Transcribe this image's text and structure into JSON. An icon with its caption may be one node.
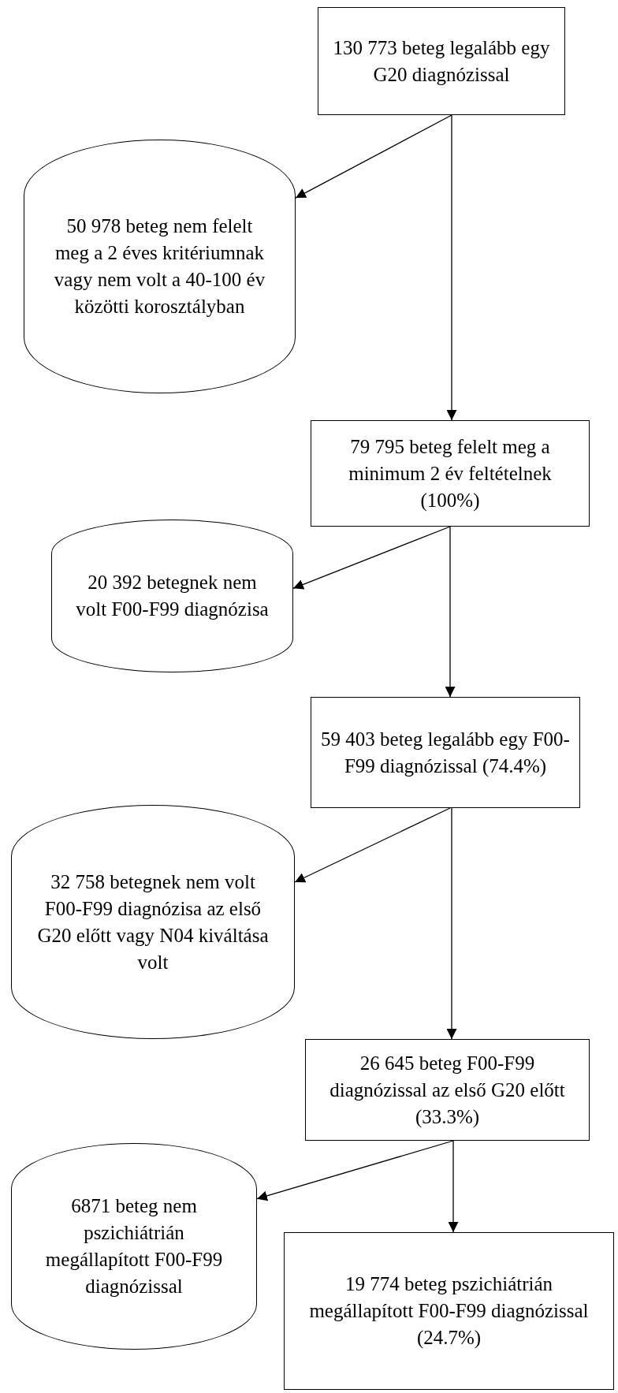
{
  "diagram": {
    "nodes": [
      {
        "text": [
          "130 773 beteg legalább egy G20 diagnózissal"
        ]
      },
      {
        "text": [
          "50 978 beteg nem felelt meg a 2 éves kritériumnak vagy nem volt a 40-100 év közötti korosztályban"
        ]
      },
      {
        "text": [
          "79 795 beteg felelt meg a minimum 2 év feltételnek (100%)"
        ]
      },
      {
        "text": [
          "20 392 betegnek nem volt F00-F99 diagnózisa"
        ]
      },
      {
        "text": [
          "59 403 beteg legalább egy F00-F99 diagnózissal (74.4%)"
        ]
      },
      {
        "text": [
          "32 758 betegnek nem volt F00-F99 diagnózisa az első G20 előtt vagy N04 kiváltása volt"
        ]
      },
      {
        "text": [
          "26 645 beteg F00-F99 diagnózissal az első G20 előtt (33.3%)"
        ]
      },
      {
        "text": [
          "6871 beteg nem pszichiátrián megállapított F00-F99 diagnózissal"
        ]
      },
      {
        "text": [
          "19 774 beteg pszichiátrián megállapított F00-F99 diagnózissal (24.7%)"
        ]
      }
    ],
    "edges": [
      {
        "from": 0,
        "to": 1,
        "arrow": "to"
      },
      {
        "from": 0,
        "to": 2,
        "arrow": "to"
      },
      {
        "from": 2,
        "to": 3,
        "arrow": "to"
      },
      {
        "from": 2,
        "to": 4,
        "arrow": "to"
      },
      {
        "from": 4,
        "to": 5,
        "arrow": "to"
      },
      {
        "from": 4,
        "to": 6,
        "arrow": "to"
      },
      {
        "from": 6,
        "to": 7,
        "arrow": "to"
      },
      {
        "from": 6,
        "to": 8,
        "arrow": "to"
      }
    ]
  }
}
